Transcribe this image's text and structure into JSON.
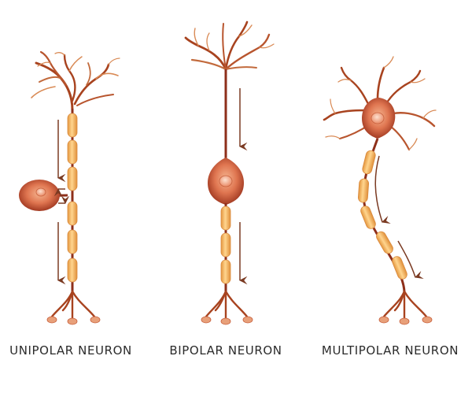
{
  "labels": {
    "unipolar": "UNIPOLAR NEURON",
    "bipolar": "BIPOLAR NEURON",
    "multipolar": "MULTIPOLAR NEURON"
  },
  "colors": {
    "branch": "#a8431f",
    "branch_light": "#d98a55",
    "myelin": "#f2b25e",
    "myelin_edge": "#d98a3e",
    "axon": "#8e2f1a",
    "soma": "#e07a52",
    "soma_dark": "#a83a24",
    "nucleus": "#f4a784",
    "arrow": "#7a3a22",
    "terminal": "#e8a07a"
  }
}
